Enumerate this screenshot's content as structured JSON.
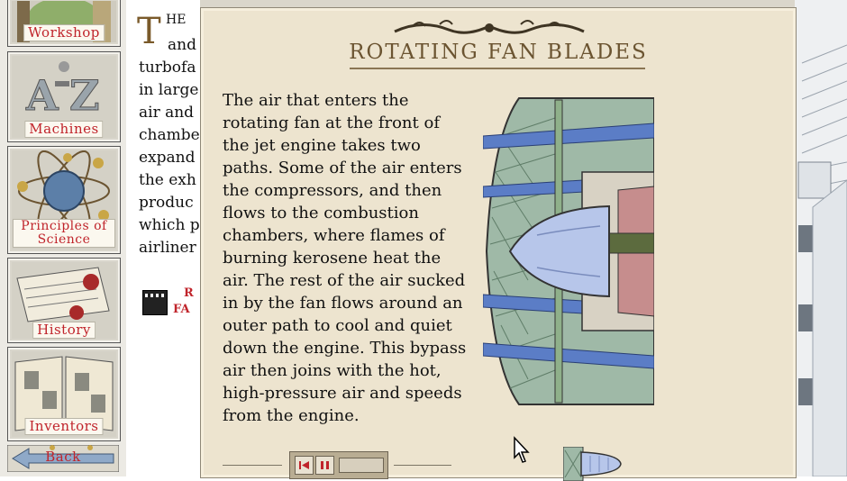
{
  "sidebar": {
    "items": [
      {
        "label": "Workshop",
        "icon": "workshop-icon"
      },
      {
        "label": "Machines",
        "icon": "a-z-machines-icon"
      },
      {
        "label": "Principles of Science",
        "icon": "atom-icon"
      },
      {
        "label": "History",
        "icon": "scroll-icon"
      },
      {
        "label": "Inventors",
        "icon": "inventors-book-icon"
      }
    ],
    "back_label": "Back"
  },
  "article": {
    "drop_cap": "T",
    "lines": [
      "HE",
      "and",
      "turbofa",
      "in large",
      "air and",
      "chambe",
      "expand",
      "the exh",
      "produc",
      "which p",
      "airliner"
    ],
    "link_lines": [
      "R",
      "FA"
    ]
  },
  "panel": {
    "title": "ROTATING FAN BLADES",
    "body": "The air that enters the rotating fan at the front of the jet engine takes two paths. Some of the air enters the compressors, and then flows to the combustion chambers, where flames of burning kerosene heat the air. The rest of the air sucked in by the fan flows around an outer path to cool and quiet down the engine. This bypass air then joins with the hot, high-pressure air and speeds from the engine."
  },
  "media": {
    "rewind_icon": "rewind-to-start-icon",
    "pause_icon": "pause-icon"
  },
  "colors": {
    "label_red": "#c0242b",
    "panel_bg": "#ede4cf",
    "title_brown": "#6b5431"
  }
}
